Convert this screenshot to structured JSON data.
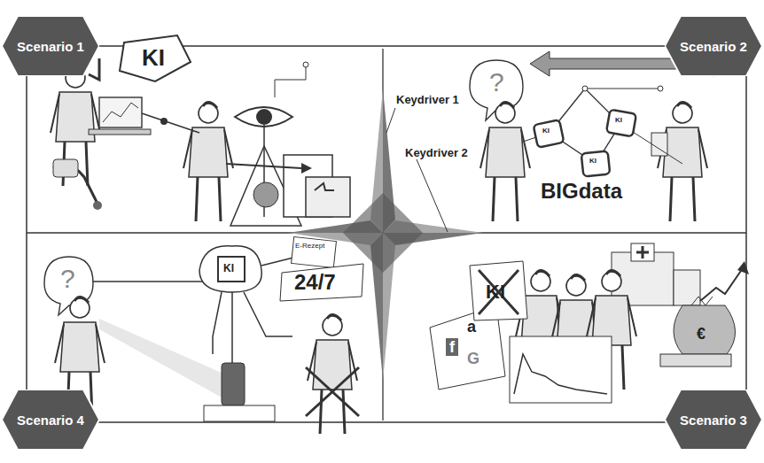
{
  "diagram": {
    "nodes": [
      {
        "text": [
          "Scenario 1"
        ]
      },
      {
        "text": [
          "Scenario 2"
        ]
      },
      {
        "text": [
          "Scenario 4"
        ]
      },
      {
        "text": [
          "Scenario 3"
        ]
      }
    ],
    "labels": [
      "Keydriver 1",
      "Keydriver 2",
      "KI",
      "?",
      "KI",
      "KI",
      "KI",
      "BIGdata",
      "KI",
      "f",
      "a",
      "G",
      "€",
      "?",
      "KI",
      "E-Rezept",
      "24/7"
    ]
  }
}
